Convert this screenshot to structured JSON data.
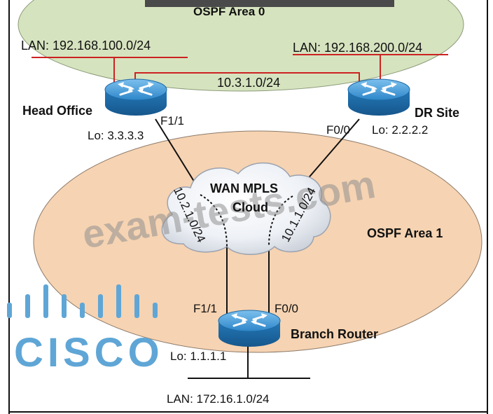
{
  "areas": {
    "area0": "OSPF Area 0",
    "area1": "OSPF Area 1"
  },
  "routers": {
    "head_office": {
      "name": "Head Office",
      "loopback": "Lo: 3.3.3.3",
      "interface": "F1/1",
      "lan": "LAN:  192.168.100.0/24"
    },
    "dr_site": {
      "name": "DR Site",
      "loopback": "Lo: 2.2.2.2",
      "interface": "F0/0",
      "lan": "LAN:  192.168.200.0/24"
    },
    "branch": {
      "name": "Branch Router",
      "loopback": "Lo: 1.1.1.1",
      "interface_left": "F1/1",
      "interface_right": "F0/0",
      "lan": "LAN:   172.16.1.0/24"
    }
  },
  "links": {
    "head_to_dr": "10.3.1.0/24",
    "head_to_cloud": "10.2.1.0/24",
    "dr_to_cloud": "10.1.1.0/24"
  },
  "cloud": {
    "line1": "WAN MPLS",
    "line2": "Cloud"
  },
  "watermark": {
    "text": "exam-tests.com",
    "logo_text": "CISCO"
  },
  "colors": {
    "area0_fill": "#d6e3bf",
    "area1_fill": "#f6d3b2",
    "router_blue": "#2b83c6",
    "lan_red": "#cc2222",
    "cisco_blue": "#5fa6d6",
    "watermark_gray": "#8f8f8f"
  }
}
